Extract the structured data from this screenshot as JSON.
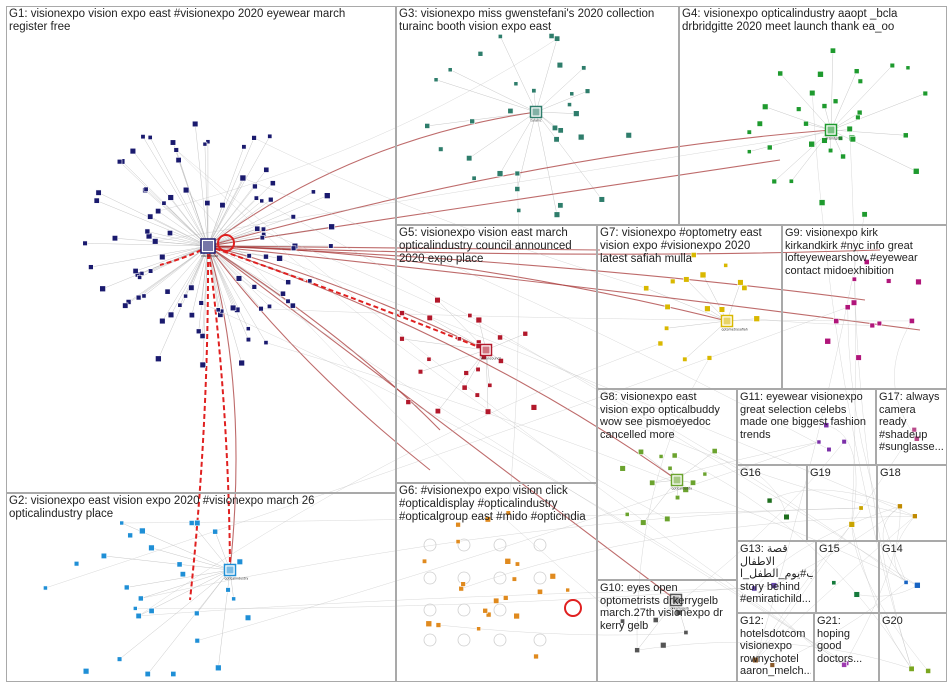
{
  "groups": [
    {
      "id": "G1",
      "label": "G1: visionexpo vision expo east #visionexpo 2020 eyewear march\nregister free"
    },
    {
      "id": "G2",
      "label": "G2: visionexpo east vision expo 2020 #visionexpo march 26\nopticalindustry place"
    },
    {
      "id": "G3",
      "label": "G3: visionexpo miss gwenstefani's 2020 collection\nturainc booth vision expo east"
    },
    {
      "id": "G4",
      "label": "G4: visionexpo opticalindustry aaopt _bcla\ndrbridgitte 2020 meet launch thank ea_oo"
    },
    {
      "id": "G5",
      "label": "G5: visionexpo vision east march\nopticalindustry council announced\n2020 expo place"
    },
    {
      "id": "G6",
      "label": "G6: #visionexpo expo vision click\n#opticaldisplay #opticalindustry\n#opticalgroup east #mido #opticindia"
    },
    {
      "id": "G7",
      "label": "G7: visionexpo #optometry east\nvision expo #visionexpo 2020\nlatest safiah mulla"
    },
    {
      "id": "G8",
      "label": "G8: visionexpo east\nvision expo opticalbuddy\nwow see pismoeyedoc\ncancelled more"
    },
    {
      "id": "G9",
      "label": "G9: visionexpo kirk\nkirkandkirk #nyc info great\nlofteyewearshow #eyewear\ncontact midoexhibition"
    },
    {
      "id": "G10",
      "label": "G10: eyes open\noptometrists drkerrygelb\nmarch.27th visionexpo dr\nkerry gelb"
    },
    {
      "id": "G11",
      "label": "G11: eyewear visionexpo\ngreat selection celebs\nmade one biggest fashion\ntrends"
    },
    {
      "id": "G12",
      "label": "G12:\nhotelsdotcom\nvisionexpo\nrownychotel\naaron_melch..."
    },
    {
      "id": "G13",
      "label": "G13:  قصة\nالاطفال\nب#يوم_الطفل_ا...\nstory behind\n#emiratichild..."
    },
    {
      "id": "G14",
      "label": "G14"
    },
    {
      "id": "G15",
      "label": "G15"
    },
    {
      "id": "G16",
      "label": "G16"
    },
    {
      "id": "G17",
      "label": "G17: always\ncamera\nready\n#shadeup\n#sunglasse..."
    },
    {
      "id": "G18",
      "label": "G18"
    },
    {
      "id": "G19",
      "label": "G19"
    },
    {
      "id": "G20",
      "label": "G20"
    },
    {
      "id": "G21",
      "label": "G21:\nhoping\ngood\ndoctors..."
    }
  ],
  "hubs": [
    {
      "id": "G1",
      "label": "visionexpo"
    },
    {
      "id": "G2",
      "label": "opticalindustry"
    },
    {
      "id": "G3",
      "label": "turainc"
    },
    {
      "id": "G4",
      "label": "drbridgitte"
    },
    {
      "id": "G5",
      "label": "visioncouncil"
    },
    {
      "id": "G7",
      "label": "optometrysafiah"
    },
    {
      "id": "G8",
      "label": "opticalbuddy"
    },
    {
      "id": "G10",
      "label": "drkerrygelb"
    }
  ],
  "colors": {
    "G1": "#1a1a6e",
    "G2": "#1f8fd6",
    "G3": "#2e7d6b",
    "G4": "#1e9a2e",
    "G5": "#b2182b",
    "G6": "#e08a1e",
    "G7": "#d9b800",
    "G8": "#6ba32e",
    "G9": "#b0157a",
    "G10": "#555555",
    "G11": "#7b2fa8",
    "G12": "#8a5a2b",
    "G13": "#6a4caf",
    "G14": "#1763c2",
    "G15": "#157a3c",
    "G16": "#1e6e1e",
    "G17": "#b84a8a",
    "G18": "#c08a00",
    "G19": "#c9a400",
    "G20": "#7aa620",
    "G21": "#9e3ab0",
    "edge": "#b9b9b9",
    "strong_edge": "#a83a3a",
    "dash_edge": "#e02020"
  }
}
